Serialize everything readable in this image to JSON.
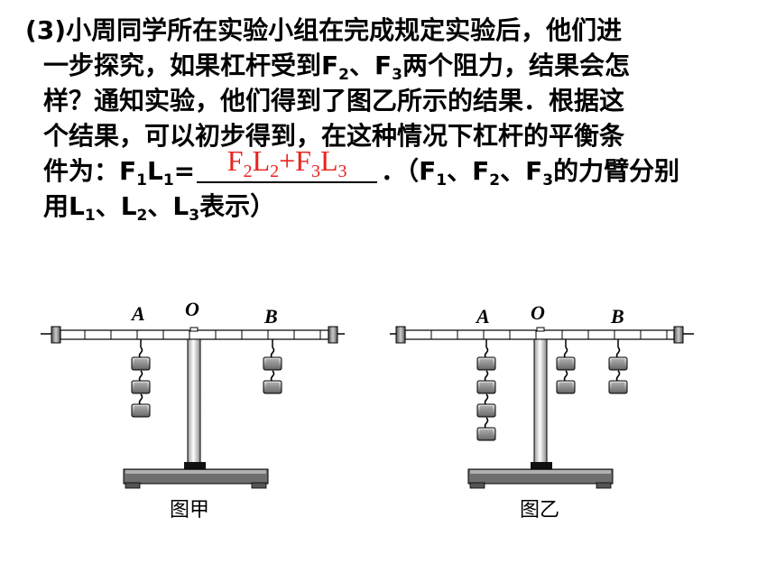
{
  "question": {
    "number": "(3)",
    "l1": "小周同学所在实验小组在完成规定实验后，他们进",
    "l2a": "一步探究，如果杠杆受到F",
    "l2s1": "2",
    "l2b": "、F",
    "l2s2": "3",
    "l2c": "两个阻力，结果会怎",
    "l3": "样？通知实验，他们得到了图乙所示的结果．根据这",
    "l4": "个结果，可以初步得到，在这种情况下杠杆的平衡条",
    "l5a": "件为：F",
    "l5s1": "1",
    "l5b": "L",
    "l5s2": "1",
    "l5c": "=",
    "l5d": "．（F",
    "l5s3": "1",
    "l5e": "、F",
    "l5s4": "2",
    "l5f": "、F",
    "l5s5": "3",
    "l5g": "的力臂分别",
    "l6a": "用L",
    "l6s1": "1",
    "l6b": "、L",
    "l6s2": "2",
    "l6c": "、L",
    "l6s3": "3",
    "l6d": "表示）"
  },
  "answer": {
    "a": "F",
    "s1": "2",
    "b": "L",
    "s2": "2",
    "c": "+F",
    "s3": "3",
    "d": "L",
    "s4": "3"
  },
  "figures": {
    "left_caption": "图甲",
    "right_caption": "图乙",
    "label_a": "A",
    "label_o": "O",
    "label_b": "B"
  },
  "colors": {
    "answer": "#e8231f",
    "metal": "#555555",
    "base": "#6e6e6e"
  }
}
